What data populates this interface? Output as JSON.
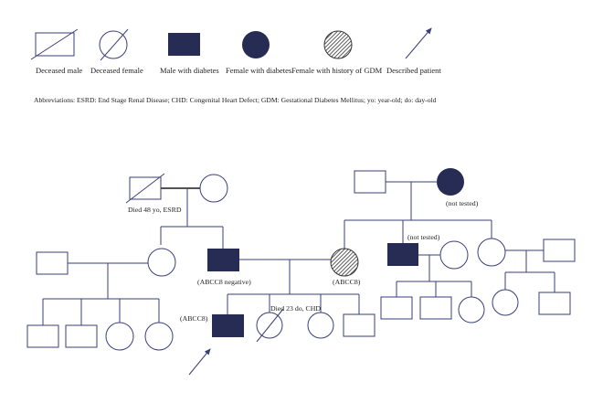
{
  "legend": {
    "deceased_male": "Deceased male",
    "deceased_female": "Deceased female",
    "male_diabetes": "Male with diabetes",
    "female_diabetes": "Female with diabetes",
    "female_gdm": "Female with history of GDM",
    "described_patient": "Described patient"
  },
  "abbreviations": "Abbreviations: ESRD: End Stage Renal Disease; CHD: Congenital Heart Defect; GDM: Gestational Diabetes Mellitus; yo: year-old; do: day-old",
  "annotations": {
    "grandfather_death": "Died 48 yo, ESRD",
    "grandmother_status": "(not tested)",
    "uncle_status": "(not tested)",
    "father_status": "(ABCC8 negative)",
    "mother_status": "(ABCC8)",
    "proband_status": "(ABCC8)",
    "sibling_death": "Died 23 do, CHD"
  },
  "colors": {
    "affected_fill": "#272c54",
    "line": "#3a3f7a",
    "hatch": "#333333"
  }
}
